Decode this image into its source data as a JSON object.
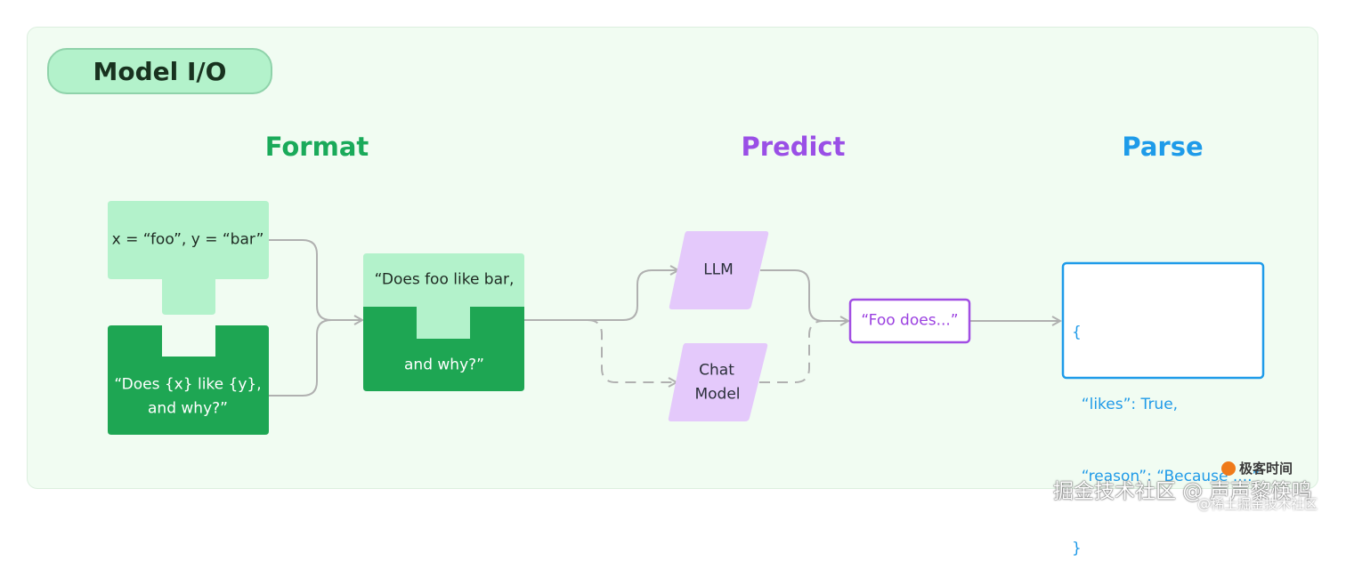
{
  "title": "Model I/O",
  "stages": {
    "format": "Format",
    "predict": "Predict",
    "parse": "Parse"
  },
  "format": {
    "variables": "x = “foo”, y = “bar”",
    "template_line1": "“Does {x} like {y},",
    "template_line2": "and why?”",
    "prompt_line1": "“Does foo like bar,",
    "prompt_line2": "and why?”"
  },
  "predict": {
    "llm": "LLM",
    "chat_line1": "Chat",
    "chat_line2": "Model",
    "output": "“Foo does...”"
  },
  "parse": {
    "lines": [
      "{",
      "  “likes”: True,",
      "  “reason”: “Because ....”",
      "}"
    ]
  },
  "watermark": {
    "brand": "极客时间",
    "main": "掘金技术社区 @ 声声黎筷鸣",
    "sub": "@稀土掘金技术社区"
  },
  "colors": {
    "format": "#1aaa5a",
    "predict": "#9a4fe6",
    "parse": "#1e9be9",
    "light_green": "#b3f2cb",
    "dark_green": "#1ea653",
    "lavender": "#e4c9fb",
    "connector": "#b0b0b0"
  }
}
